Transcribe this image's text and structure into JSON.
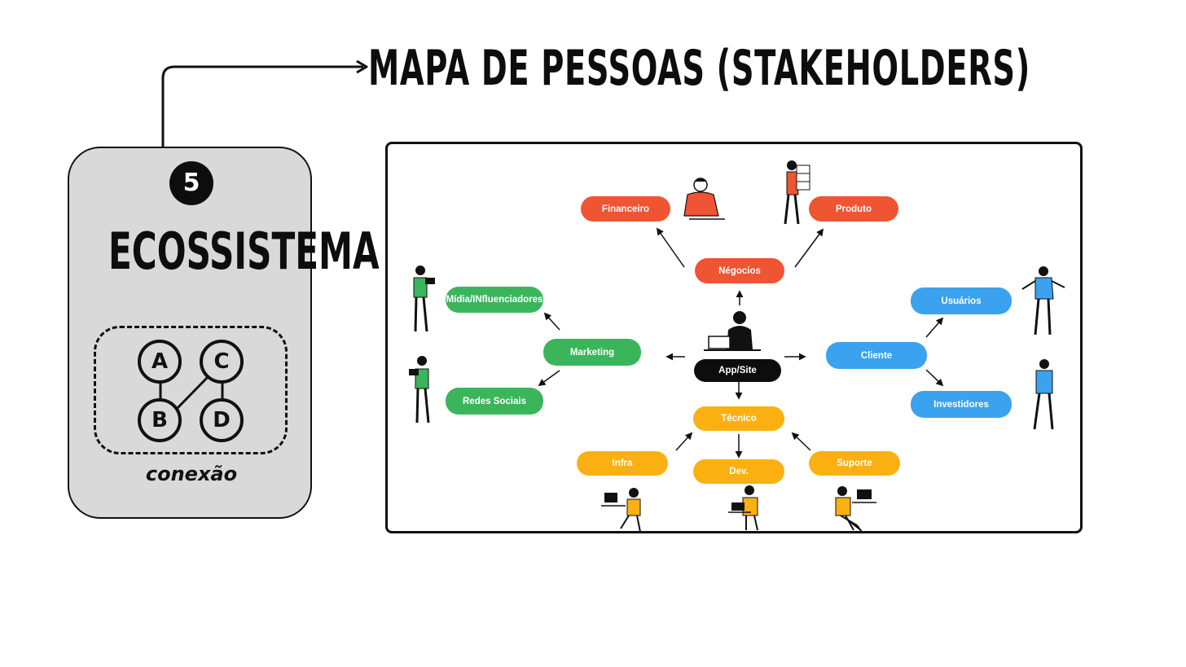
{
  "title": "MAPA DE PESSOAS (STAKEHOLDERS)",
  "card": {
    "number": "5",
    "title": "ECOSSISTEMA",
    "caption": "conexão",
    "nodes": [
      "A",
      "C",
      "B",
      "D"
    ]
  },
  "colors": {
    "red": "#ef5433",
    "green": "#3bb55c",
    "blue": "#3aa2ee",
    "yellow": "#fbb012",
    "black": "#0d0d0d",
    "card": "#d9d9d9"
  },
  "stakeholders": {
    "center": "App/Site",
    "negocios": "Négocios",
    "financeiro": "Financeiro",
    "produto": "Produto",
    "marketing": "Marketing",
    "midia": "Mídia/INfluenciadores",
    "redes": "Redes Sociais",
    "cliente": "Cliente",
    "usuarios": "Usuários",
    "investidores": "Investidores",
    "tecnico": "Técnico",
    "infra": "Infra",
    "dev": "Dev.",
    "suporte": "Suporte"
  }
}
